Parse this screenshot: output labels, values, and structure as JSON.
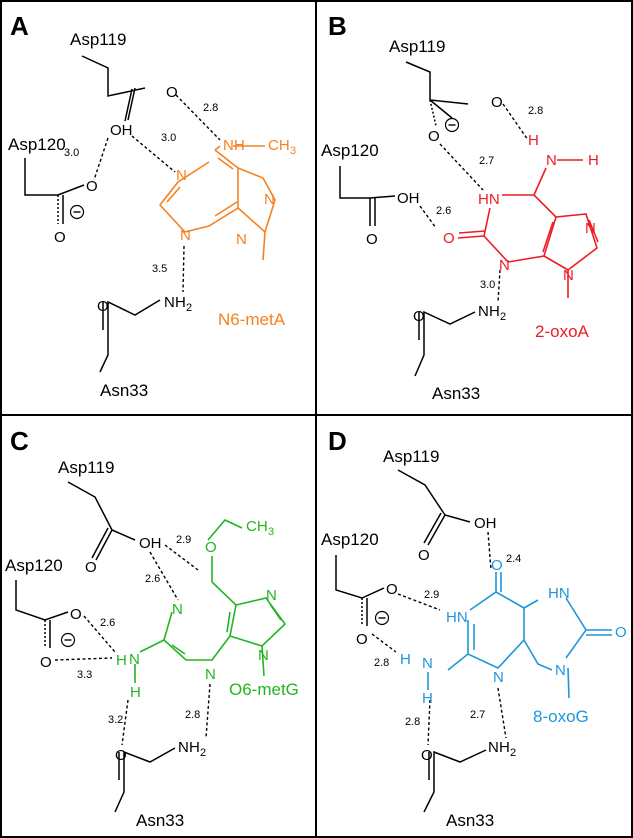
{
  "panels": {
    "A": {
      "label": "A",
      "residues": {
        "asp119": "Asp119",
        "asp120": "Asp120",
        "asn33": "Asn33"
      },
      "ligand": "N6-metA",
      "atoms": {
        "o": "O",
        "oh": "OH",
        "n": "N",
        "nh": "N",
        "h": "H",
        "ch": "CH",
        "ch_sub": "3",
        "nh2_sub": "2"
      },
      "distances": [
        "2.8",
        "3.0",
        "3.0",
        "3.5"
      ]
    },
    "B": {
      "label": "B",
      "residues": {
        "asp119": "Asp119",
        "asp120": "Asp120",
        "asn33": "Asn33"
      },
      "ligand": "2-oxoA",
      "atoms": {
        "o": "O",
        "oh": "OH",
        "n": "N",
        "h": "H",
        "hn": "HN",
        "nh2_sub": "2"
      },
      "distances": [
        "2.8",
        "2.7",
        "2.6",
        "3.0"
      ]
    },
    "C": {
      "label": "C",
      "residues": {
        "asp119": "Asp119",
        "asp120": "Asp120",
        "asn33": "Asn33"
      },
      "ligand": "O6-metG",
      "atoms": {
        "o": "O",
        "oh": "OH",
        "n": "N",
        "h": "H",
        "ch": "CH",
        "ch_sub": "3",
        "nh2_sub": "2"
      },
      "distances": [
        "2.9",
        "2.6",
        "2.6",
        "3.3",
        "3.2",
        "2.8"
      ]
    },
    "D": {
      "label": "D",
      "residues": {
        "asp119": "Asp119",
        "asp120": "Asp120",
        "asn33": "Asn33"
      },
      "ligand": "8-oxoG",
      "atoms": {
        "o": "O",
        "oh": "OH",
        "n": "N",
        "h": "H",
        "hn": "HN",
        "nh2_sub": "2"
      },
      "distances": [
        "2.4",
        "2.9",
        "2.8",
        "2.8",
        "2.7"
      ]
    }
  },
  "colors": {
    "border": "#000000",
    "A_ligand": "#f58220",
    "B_ligand": "#ee1c25",
    "C_ligand": "#22b522",
    "D_ligand": "#1e96dc"
  }
}
